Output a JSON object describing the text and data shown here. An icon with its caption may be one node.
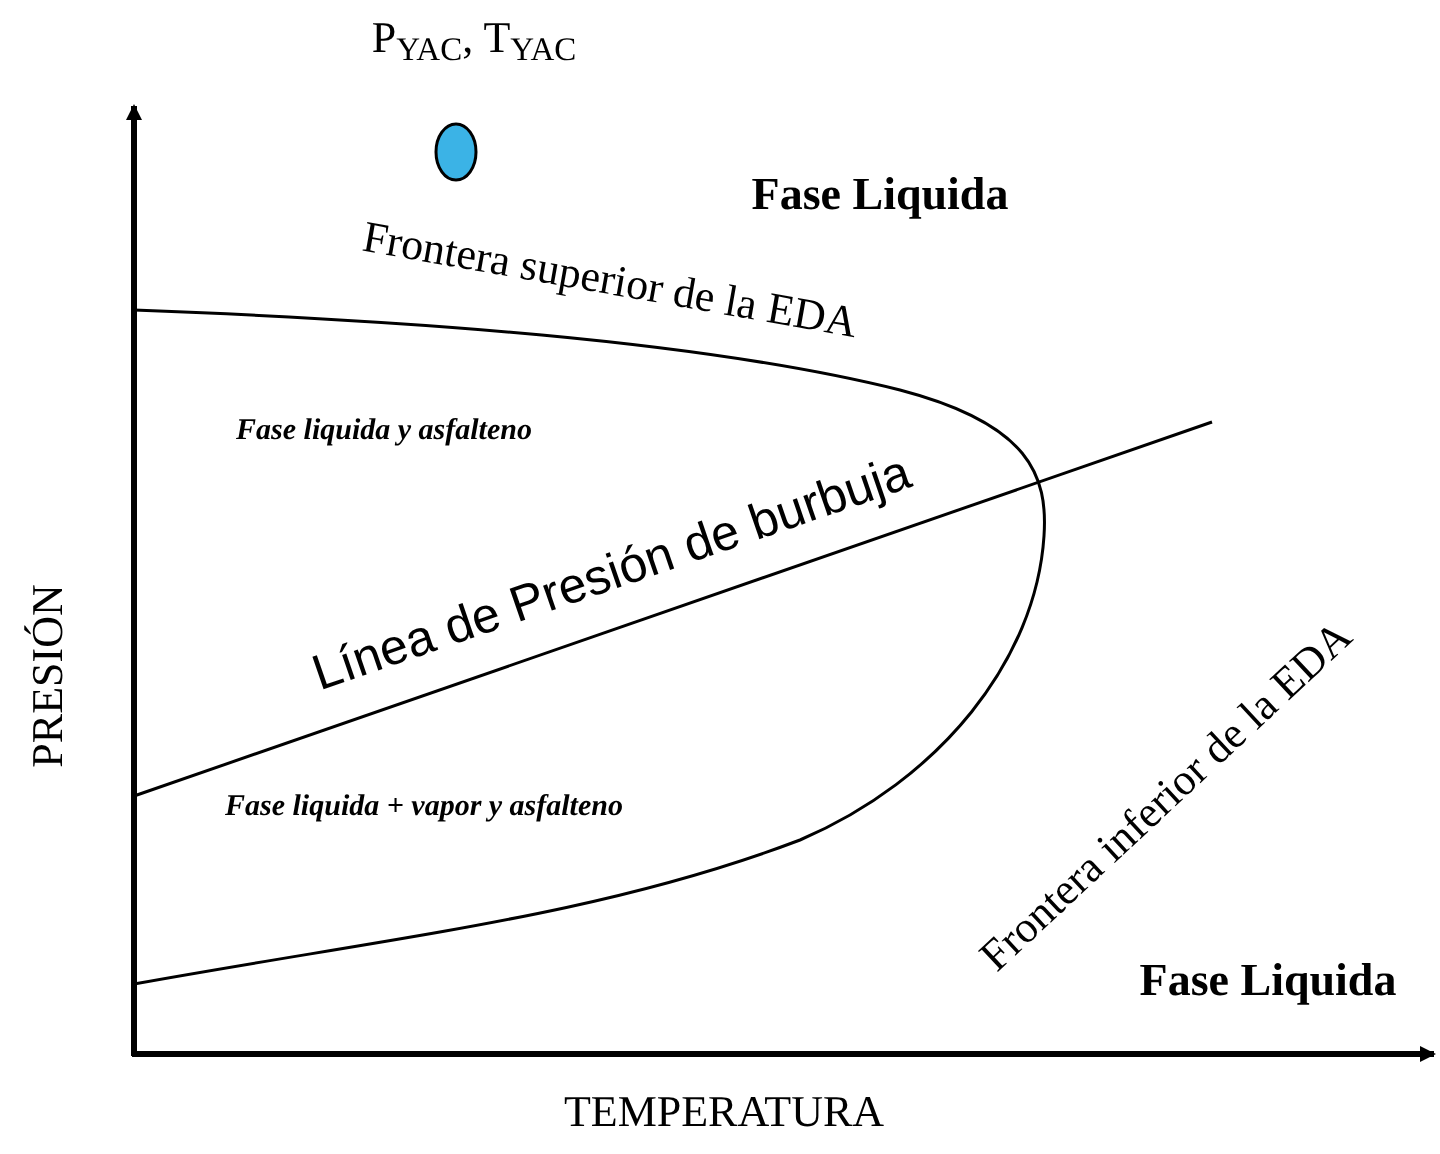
{
  "diagram": {
    "nodes": [
      {
        "text": [
          "P$_{YAC}$, T$_{YAC}$"
        ]
      }
    ],
    "labels": [
      "Fase Liquida",
      "Frontera superior de la EDA",
      "Fase liquida y asfalteno",
      "Línea de Presión de burbuja",
      "Fase liquida + vapor y asfalteno",
      "Frontera inferior de la EDA",
      "Fase Liquida",
      "PRESIÓN",
      "TEMPERATURA"
    ]
  }
}
